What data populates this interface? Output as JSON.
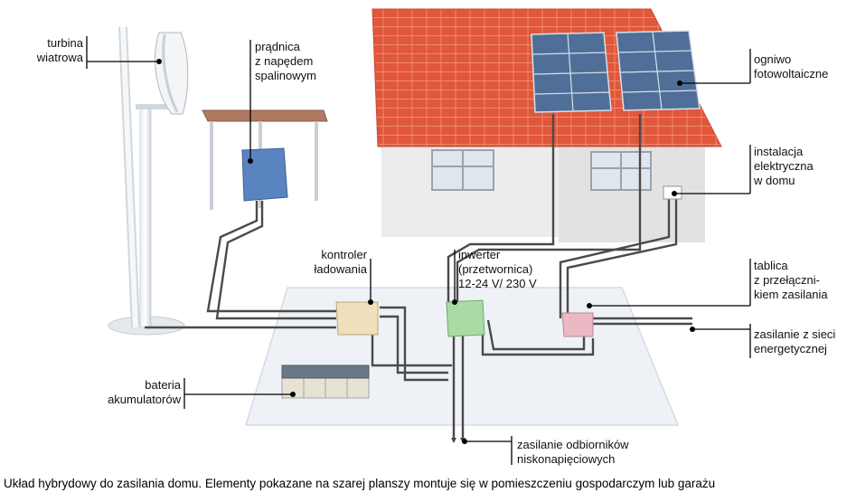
{
  "labels": {
    "turbine": [
      "turbina",
      "wiatrowa"
    ],
    "generator": [
      "prądnica",
      "z napędem",
      "spalinowym"
    ],
    "pv": [
      "ogniwo",
      "fotowoltaiczne"
    ],
    "house_install": [
      "instalacja",
      "elektryczna",
      "w domu"
    ],
    "controller": [
      "kontroler",
      "ładowania"
    ],
    "inverter": [
      "inwerter",
      "(przetwornica)",
      "12-24 V/ 230 V"
    ],
    "switchboard": [
      "tablica",
      "z przełączni-",
      "kiem zasilania"
    ],
    "grid": [
      "zasilanie z sieci",
      "energetycznej"
    ],
    "battery": [
      "bateria",
      "akumulatorów"
    ],
    "low_voltage": [
      "zasilanie odbiorników",
      "niskonapięciowych"
    ]
  },
  "caption": "Układ hybrydowy do zasilania domu. Elementy pokazane na szarej planszy montuje się w pomieszczeniu gospodarczym lub garażu",
  "colors": {
    "roof": "#e0573b",
    "wall": "#ececec",
    "panel": "#4f6f98",
    "controller": "#efe0bb",
    "inverter": "#a9dca4",
    "switchboard": "#eab9c4",
    "generator": "#5a84c0",
    "board": "#eef2f6"
  }
}
